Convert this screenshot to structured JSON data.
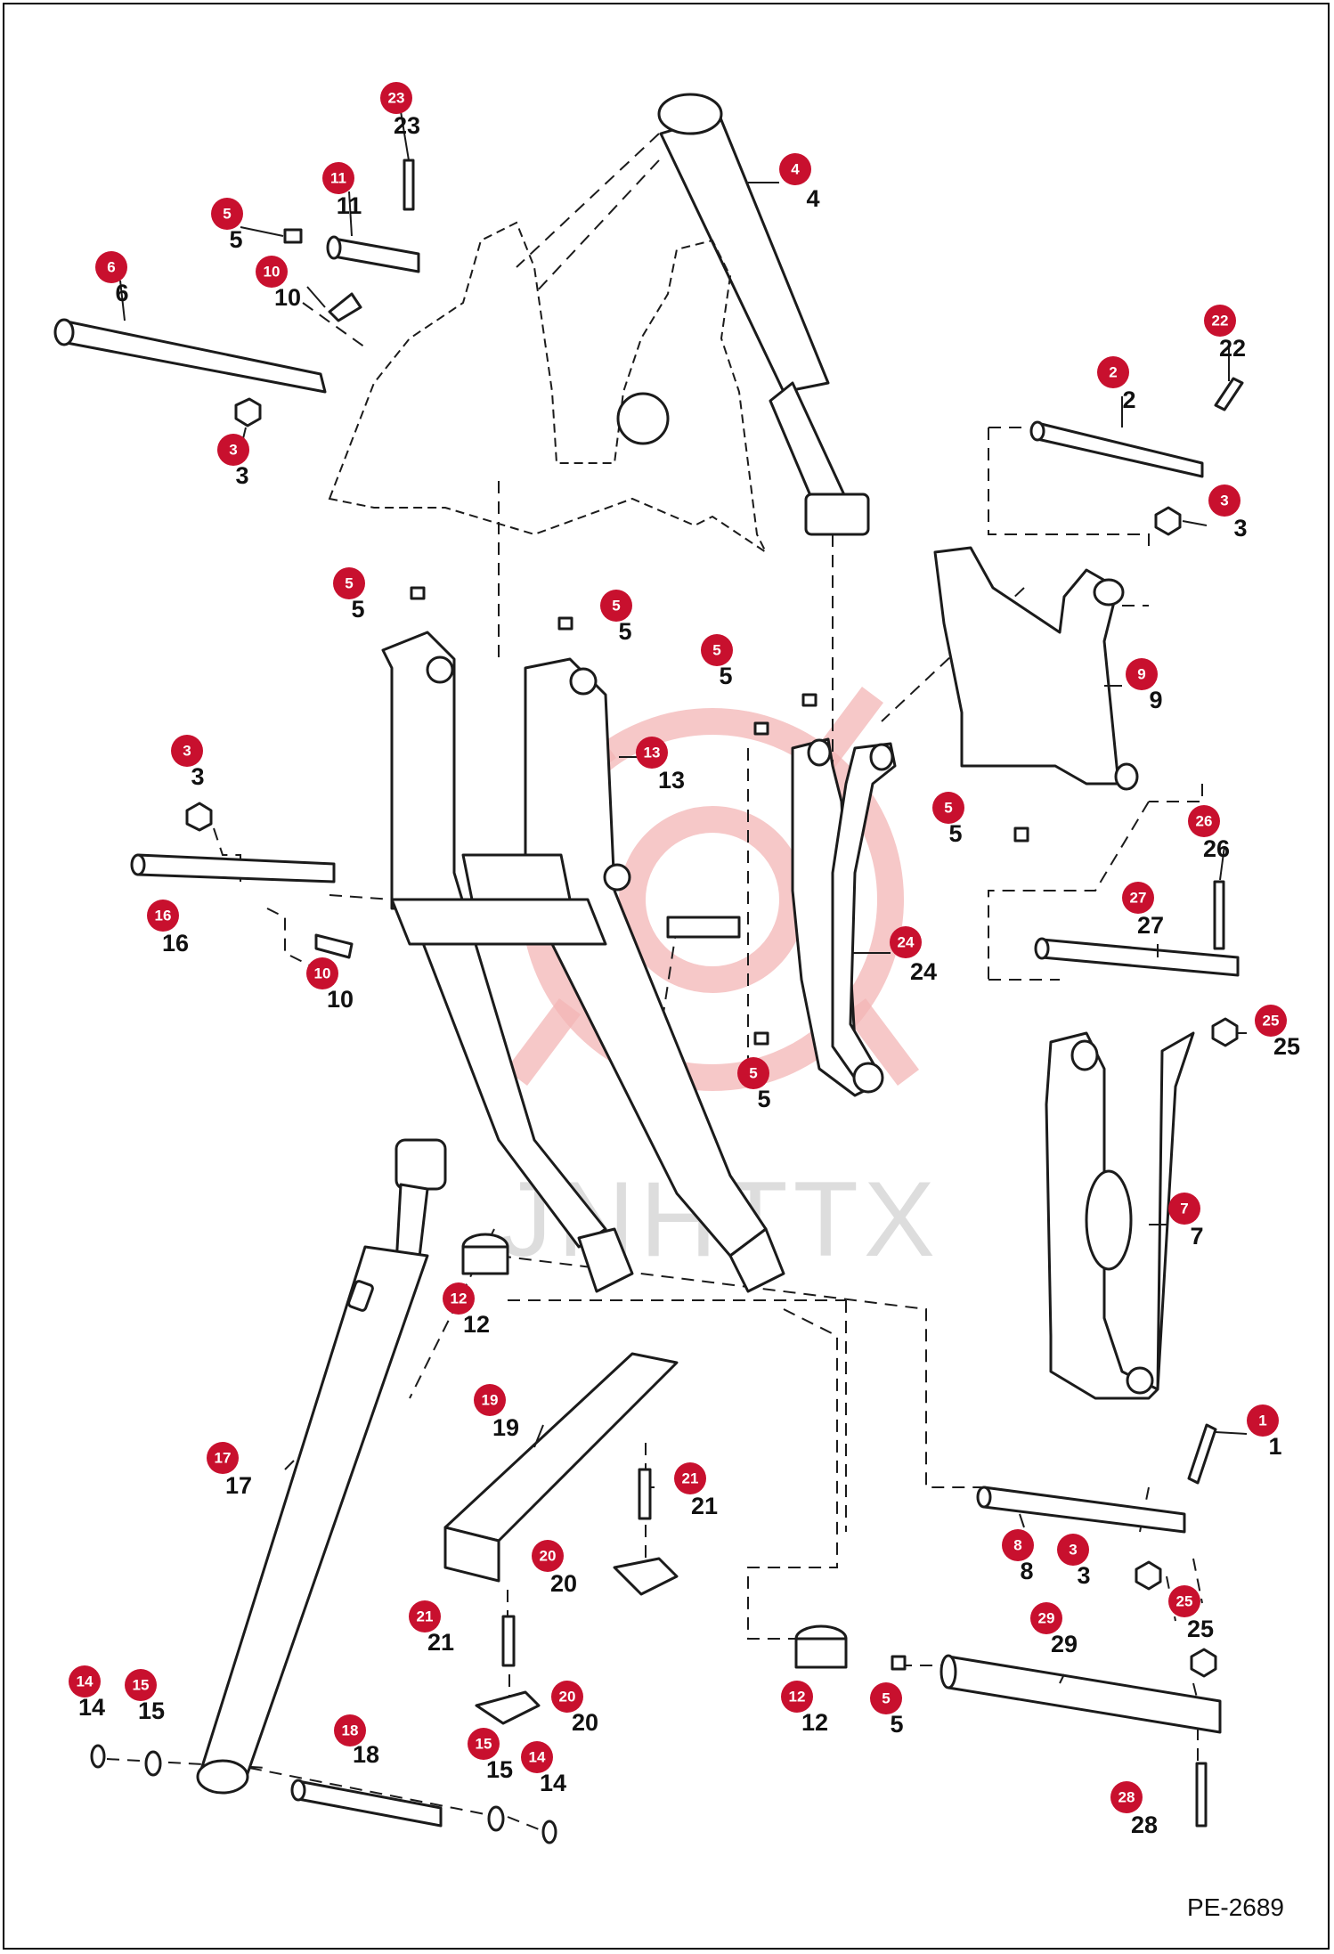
{
  "drawing_code": "PE-2689",
  "watermark_text": "JNHTTX",
  "badge_color": "#c8102e",
  "callouts": [
    {
      "number": "23"
    },
    {
      "number": "11"
    },
    {
      "number": "5"
    },
    {
      "number": "6"
    },
    {
      "number": "10"
    },
    {
      "number": "3"
    },
    {
      "number": "4"
    },
    {
      "number": "22"
    },
    {
      "number": "2"
    },
    {
      "number": "3"
    },
    {
      "number": "5"
    },
    {
      "number": "5"
    },
    {
      "number": "5"
    },
    {
      "number": "9"
    },
    {
      "number": "13"
    },
    {
      "number": "3"
    },
    {
      "number": "16"
    },
    {
      "number": "10"
    },
    {
      "number": "5"
    },
    {
      "number": "26"
    },
    {
      "number": "27"
    },
    {
      "number": "24"
    },
    {
      "number": "25"
    },
    {
      "number": "5"
    },
    {
      "number": "7"
    },
    {
      "number": "12"
    },
    {
      "number": "19"
    },
    {
      "number": "17"
    },
    {
      "number": "21"
    },
    {
      "number": "20"
    },
    {
      "number": "1"
    },
    {
      "number": "8"
    },
    {
      "number": "3"
    },
    {
      "number": "21"
    },
    {
      "number": "29"
    },
    {
      "number": "25"
    },
    {
      "number": "20"
    },
    {
      "number": "12"
    },
    {
      "number": "5"
    },
    {
      "number": "14"
    },
    {
      "number": "15"
    },
    {
      "number": "18"
    },
    {
      "number": "15"
    },
    {
      "number": "14"
    },
    {
      "number": "28"
    }
  ]
}
